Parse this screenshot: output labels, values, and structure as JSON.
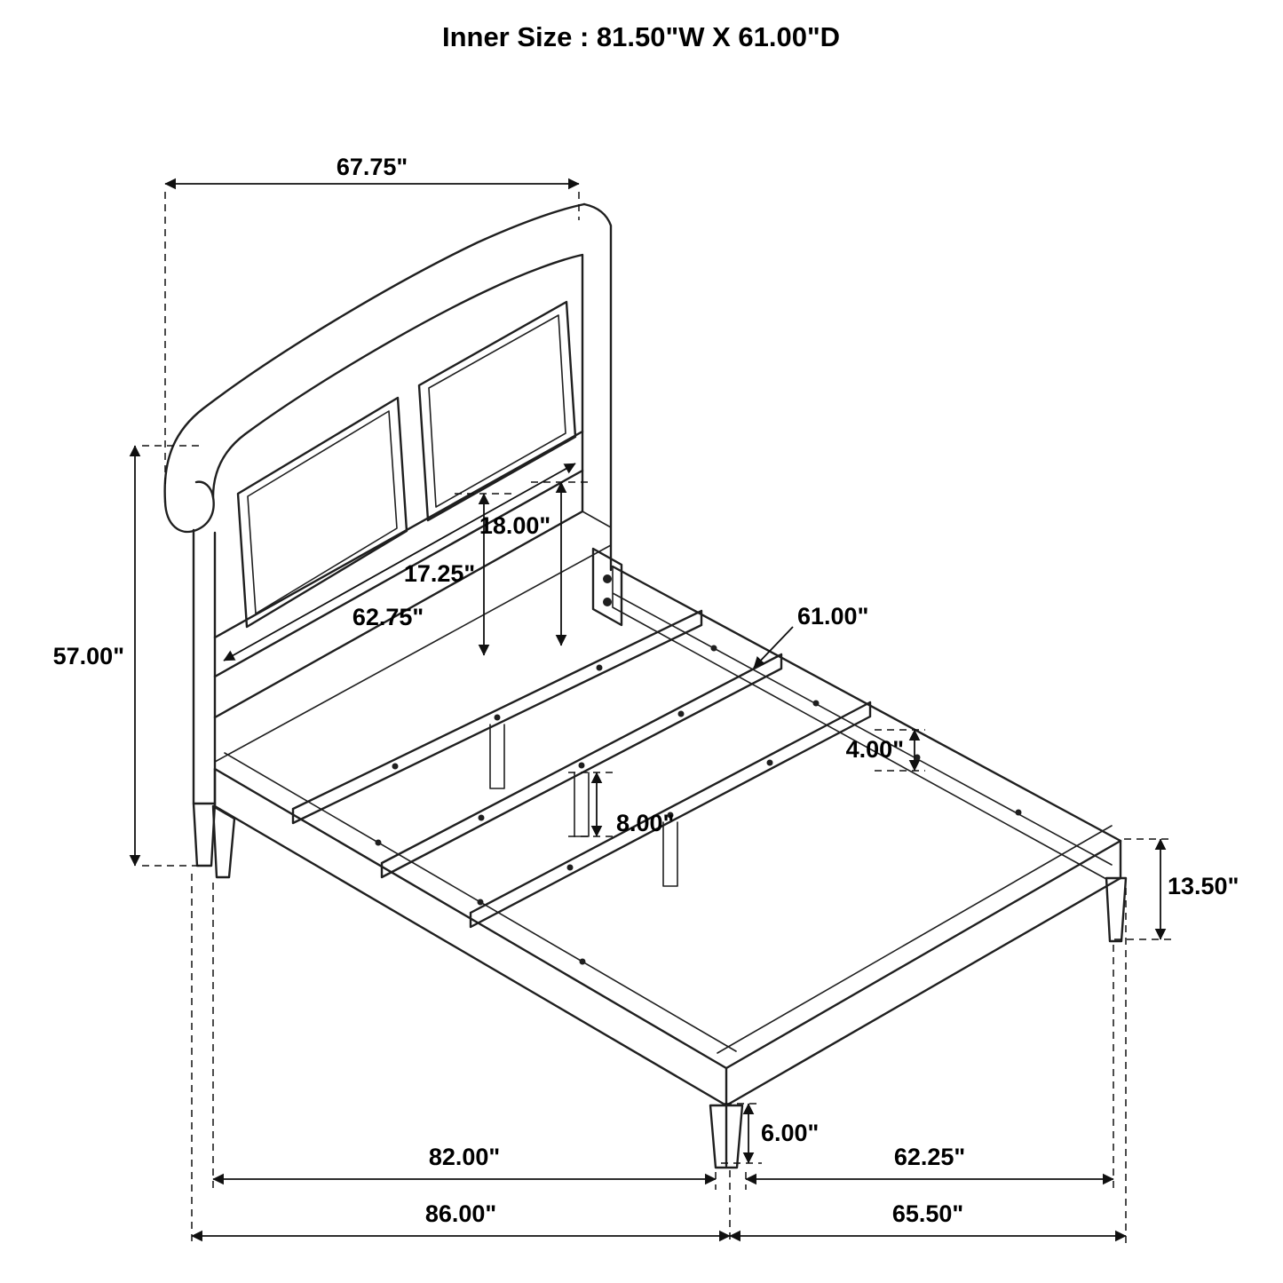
{
  "title": "Inner Size : 81.50\"W X 61.00\"D",
  "dimensions": {
    "headboard_width": "67.75\"",
    "headboard_height": "57.00\"",
    "headboard_inner_width": "62.75\"",
    "panel_height": "17.25\"",
    "headboard_clearance": "18.00\"",
    "slat_length": "61.00\"",
    "rail_height": "4.00\"",
    "center_support_height": "8.00\"",
    "footboard_height": "13.50\"",
    "leg_height": "6.00\"",
    "rail_length": "82.00\"",
    "overall_length": "86.00\"",
    "footboard_width": "62.25\"",
    "overall_width": "65.50\""
  },
  "colors": {
    "line": "#1f1f1f",
    "text": "#000000",
    "background": "#ffffff"
  }
}
